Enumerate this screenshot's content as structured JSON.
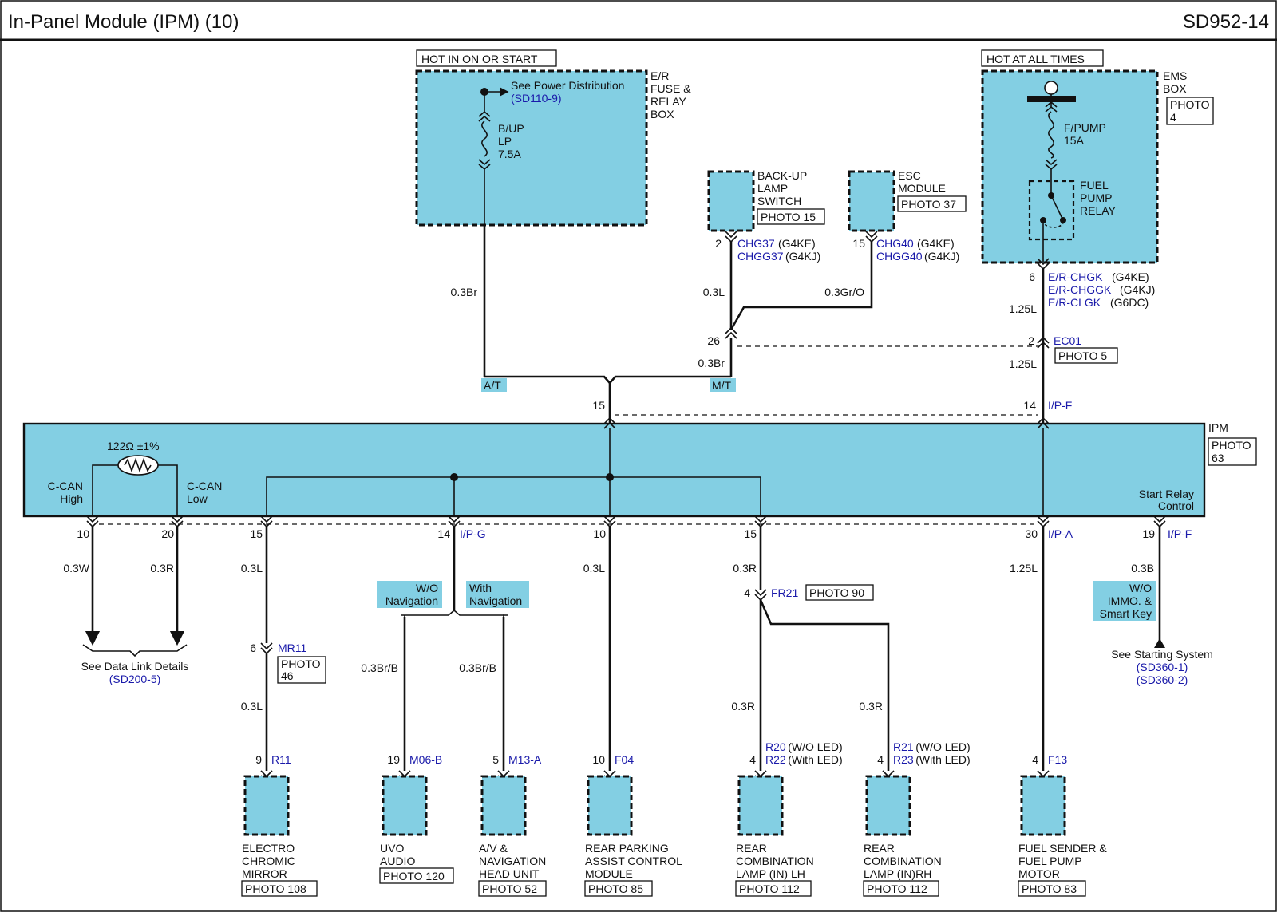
{
  "header": {
    "title": "In-Panel Module (IPM) (10)",
    "code": "SD952-14"
  },
  "power": {
    "hot_on_start": "HOT IN ON OR START",
    "hot_all_times": "HOT AT ALL TIMES",
    "er_box": [
      "E/R",
      "FUSE &",
      "RELAY",
      "BOX"
    ],
    "power_dist": "See Power Distribution",
    "power_dist_ref": "(SD110-9)",
    "fuse_bup": [
      "B/UP",
      "LP",
      "7.5A"
    ],
    "ems_box": [
      "EMS",
      "BOX"
    ],
    "ems_photo": [
      "PHOTO",
      "4"
    ],
    "fuse_fpump": [
      "F/PUMP",
      "15A"
    ],
    "relay": [
      "FUEL",
      "PUMP",
      "RELAY"
    ]
  },
  "components_top": {
    "backup_switch": [
      "BACK-UP",
      "LAMP",
      "SWITCH"
    ],
    "backup_photo": "PHOTO 15",
    "backup_pin": "2",
    "backup_conn": [
      {
        "code": "CHG37",
        "note": "(G4KE)"
      },
      {
        "code": "CHGG37",
        "note": "(G4KJ)"
      }
    ],
    "esc_module": [
      "ESC",
      "MODULE"
    ],
    "esc_photo": "PHOTO 37",
    "esc_pin": "15",
    "esc_conn": [
      {
        "code": "CHG40",
        "note": "(G4KE)"
      },
      {
        "code": "CHGG40",
        "note": "(G4KJ)"
      }
    ],
    "ems_pin": "6",
    "ems_conn": [
      {
        "code": "E/R-CHGK",
        "note": "(G4KE)"
      },
      {
        "code": "E/R-CHGGK",
        "note": "(G4KJ)"
      },
      {
        "code": "E/R-CLGK",
        "note": "(G6DC)"
      }
    ],
    "ec01_pin": "2",
    "ec01_conn": "EC01",
    "ec01_photo": "PHOTO 5",
    "junction_pin": "26"
  },
  "wires_top": {
    "br_at": "0.3Br",
    "at_label": "A/T",
    "l_backup": "0.3L",
    "gro_esc": "0.3Gr/O",
    "br_mt": "0.3Br",
    "mt_label": "M/T",
    "l125_a": "1.25L",
    "l125_b": "1.25L",
    "ipm_pin15": "15",
    "ipm_pin14": "14",
    "ipm_conn_ipf": "I/P-F"
  },
  "ipm": {
    "label": "IPM",
    "photo": [
      "PHOTO",
      "63"
    ],
    "resistor": "122Ω ±1%",
    "can_high": [
      "C-CAN",
      "High"
    ],
    "can_low": [
      "C-CAN",
      "Low"
    ],
    "start_relay": [
      "Start Relay",
      "Control"
    ]
  },
  "ipm_bottom": {
    "pins": [
      "10",
      "20",
      "15",
      "14",
      "10",
      "15",
      "30",
      "19"
    ],
    "conn_ipg": "I/P-G",
    "conn_ipa": "I/P-A",
    "conn_ipf": "I/P-F",
    "wire_w": "0.3W",
    "wire_r": "0.3R",
    "wire_l1": "0.3L",
    "wire_l2": "0.3L",
    "wire_r2": "0.3R",
    "wire_125l": "1.25L",
    "wire_b": "0.3B"
  },
  "data_link": {
    "label": "See Data Link Details",
    "ref": "(SD200-5)"
  },
  "navigation": {
    "wo_nav": [
      "W/O",
      "Navigation"
    ],
    "with_nav": [
      "With",
      "Navigation"
    ],
    "wire_a": "0.3Br/B",
    "wire_b": "0.3Br/B"
  },
  "mr11": {
    "pin": "6",
    "code": "MR11",
    "photo": [
      "PHOTO",
      "46"
    ],
    "wire": "0.3L"
  },
  "fr21": {
    "pin": "4",
    "code": "FR21",
    "photo": "PHOTO 90",
    "wire_a": "0.3R",
    "wire_b": "0.3R"
  },
  "starting": {
    "option": [
      "W/O",
      "IMMO. &",
      "Smart Key"
    ],
    "label": "See Starting System",
    "refs": [
      "(SD360-1)",
      "(SD360-2)"
    ]
  },
  "components_bottom": [
    {
      "pin": "9",
      "codes": [
        {
          "code": "R11",
          "note": ""
        }
      ],
      "name": [
        "ELECTRO",
        "CHROMIC",
        "MIRROR"
      ],
      "photo": "PHOTO 108"
    },
    {
      "pin": "19",
      "codes": [
        {
          "code": "M06-B",
          "note": ""
        }
      ],
      "name": [
        "UVO",
        "AUDIO"
      ],
      "photo": "PHOTO 120"
    },
    {
      "pin": "5",
      "codes": [
        {
          "code": "M13-A",
          "note": ""
        }
      ],
      "name": [
        "A/V &",
        "NAVIGATION",
        "HEAD UNIT"
      ],
      "photo": "PHOTO 52"
    },
    {
      "pin": "10",
      "codes": [
        {
          "code": "F04",
          "note": ""
        }
      ],
      "name": [
        "REAR PARKING",
        "ASSIST CONTROL",
        "MODULE"
      ],
      "photo": "PHOTO 85"
    },
    {
      "pin": "4",
      "codes": [
        {
          "code": "R20",
          "note": "(W/O LED)"
        },
        {
          "code": "R22",
          "note": "(With LED)"
        }
      ],
      "name": [
        "REAR",
        "COMBINATION",
        "LAMP (IN) LH"
      ],
      "photo": "PHOTO 112"
    },
    {
      "pin": "4",
      "codes": [
        {
          "code": "R21",
          "note": "(W/O LED)"
        },
        {
          "code": "R23",
          "note": "(With LED)"
        }
      ],
      "name": [
        "REAR",
        "COMBINATION",
        "LAMP (IN)RH"
      ],
      "photo": "PHOTO 112"
    },
    {
      "pin": "4",
      "codes": [
        {
          "code": "F13",
          "note": ""
        }
      ],
      "name": [
        "FUEL SENDER &",
        "FUEL PUMP",
        "MOTOR"
      ],
      "photo": "PHOTO 83"
    }
  ]
}
